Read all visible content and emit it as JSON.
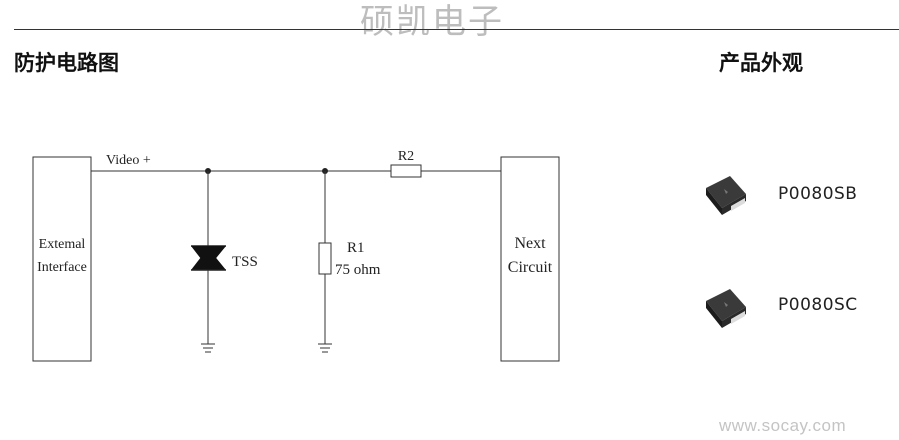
{
  "watermark": "硕凯电子",
  "headings": {
    "circuit": "防护电路图",
    "appearance": "产品外观"
  },
  "circuit": {
    "left_box_line1": "Extemal",
    "left_box_line2": "Interface",
    "signal_label": "Video +",
    "tss_label": "TSS",
    "r1_label": "R1",
    "r1_value": "75 ohm",
    "r2_label": "R2",
    "right_box_line1": "Next",
    "right_box_line2": "Circuit"
  },
  "products": [
    {
      "name": "P0080SB",
      "icon": "smd-package-icon"
    },
    {
      "name": "P0080SC",
      "icon": "smd-package-icon"
    }
  ],
  "footer": {
    "website": "www.socay.com"
  },
  "colors": {
    "watermark": "#bdbdbd",
    "chip_body": "#2a2a2a",
    "chip_lead": "#d8d8d8"
  }
}
